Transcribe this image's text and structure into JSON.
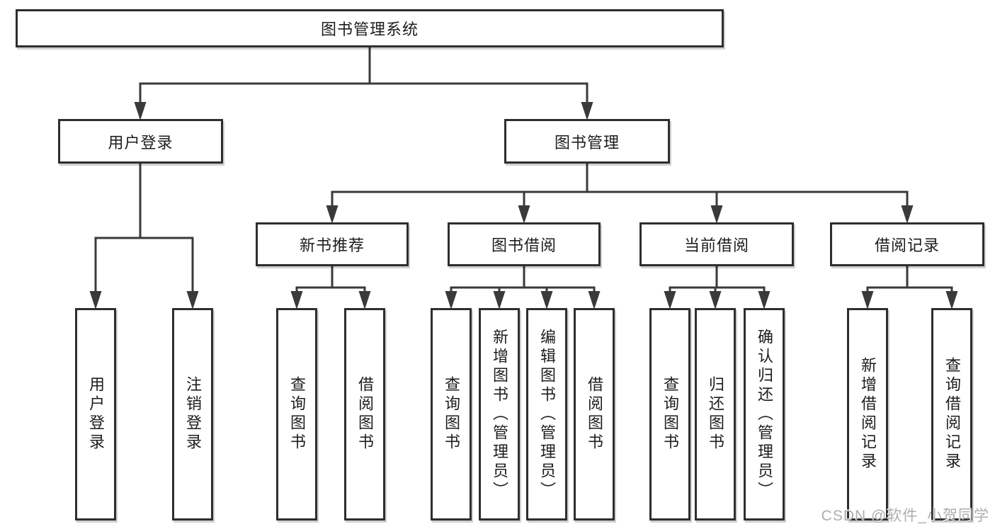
{
  "title": "图书管理系统",
  "watermark": "CSDN @软件_小贺同学",
  "colors": {
    "line": "#3a3a3a",
    "box_border": "#2e2e2e",
    "box_fill": "#ffffff",
    "text": "#1d1d1d",
    "watermark": "#adadad",
    "background": "#ffffff"
  },
  "nodes": {
    "root": "图书管理系统",
    "user_login_branch": "用户登录",
    "book_management": "图书管理",
    "user_login_leaf": "用户登录",
    "logout_leaf": "注销登录",
    "new_book_recommend": "新书推荐",
    "book_borrow": "图书借阅",
    "current_borrow": "当前借阅",
    "borrow_records": "借阅记录",
    "nbr_query_books": "查询图书",
    "nbr_borrow_books": "借阅图书",
    "bb_query_books": "查询图书",
    "bb_add_books_admin": "新增图书（管理员）",
    "bb_edit_books_admin": "编辑图书（管理员）",
    "bb_borrow_books": "借阅图书",
    "cb_query_books": "查询图书",
    "cb_return_books": "归还图书",
    "cb_confirm_return_admin": "确认归还（管理员）",
    "br_add_record": "新增借阅记录",
    "br_query_record": "查询借阅记录"
  },
  "tree": {
    "label": "图书管理系统",
    "children": [
      {
        "label": "用户登录",
        "children": [
          {
            "label": "用户登录"
          },
          {
            "label": "注销登录"
          }
        ]
      },
      {
        "label": "图书管理",
        "children": [
          {
            "label": "新书推荐",
            "children": [
              {
                "label": "查询图书"
              },
              {
                "label": "借阅图书"
              }
            ]
          },
          {
            "label": "图书借阅",
            "children": [
              {
                "label": "查询图书"
              },
              {
                "label": "新增图书（管理员）"
              },
              {
                "label": "编辑图书（管理员）"
              },
              {
                "label": "借阅图书"
              }
            ]
          },
          {
            "label": "当前借阅",
            "children": [
              {
                "label": "查询图书"
              },
              {
                "label": "归还图书"
              },
              {
                "label": "确认归还（管理员）"
              }
            ]
          },
          {
            "label": "借阅记录",
            "children": [
              {
                "label": "新增借阅记录"
              },
              {
                "label": "查询借阅记录"
              }
            ]
          }
        ]
      }
    ]
  }
}
